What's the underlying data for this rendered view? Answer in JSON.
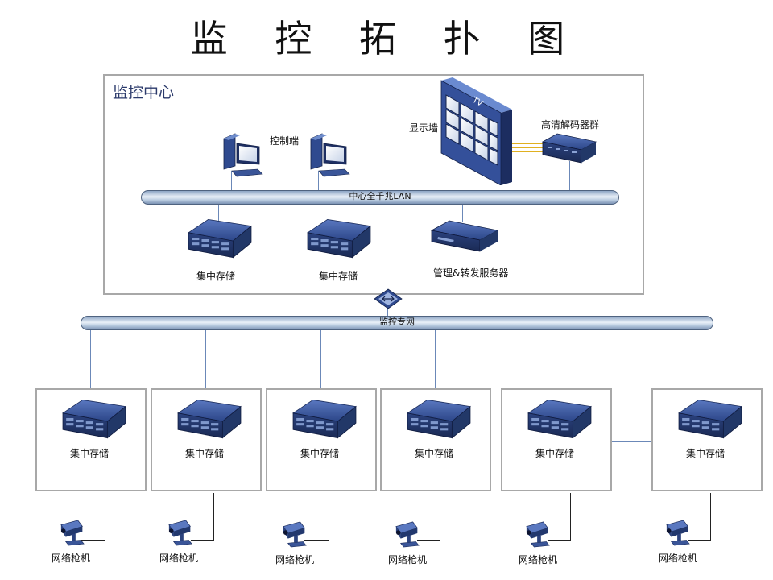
{
  "title": "监 控 拓 扑 图",
  "center": {
    "label": "监控中心",
    "lan_label": "中心全千兆LAN",
    "console_label": "控制端",
    "wall_label": "显示墙",
    "wall_tv": "TV",
    "decoder_label": "高清解码器群",
    "storage_labels": [
      "集中存储",
      "集中存储"
    ],
    "server_label": "管理&转发服务器"
  },
  "network": {
    "label": "监控专网"
  },
  "sites": [
    {
      "storage_label": "集中存储",
      "camera_label": "网络枪机"
    },
    {
      "storage_label": "集中存储",
      "camera_label": "网络枪机"
    },
    {
      "storage_label": "集中存储",
      "camera_label": "网络枪机"
    },
    {
      "storage_label": "集中存储",
      "camera_label": "网络枪机"
    },
    {
      "storage_label": "集中存储",
      "camera_label": "网络枪机"
    },
    {
      "storage_label": "集中存储",
      "camera_label": "网络枪机"
    }
  ],
  "colors": {
    "device_blue": "#2f4a8f",
    "bus_blue": "#a9bcd6",
    "link_line": "#6b88b8",
    "box_border": "#a8a8a8"
  },
  "icons": [
    "workstation-icon",
    "video-wall-icon",
    "decoder-icon",
    "storage-array-icon",
    "server-icon",
    "switch-icon",
    "bullet-camera-icon"
  ]
}
